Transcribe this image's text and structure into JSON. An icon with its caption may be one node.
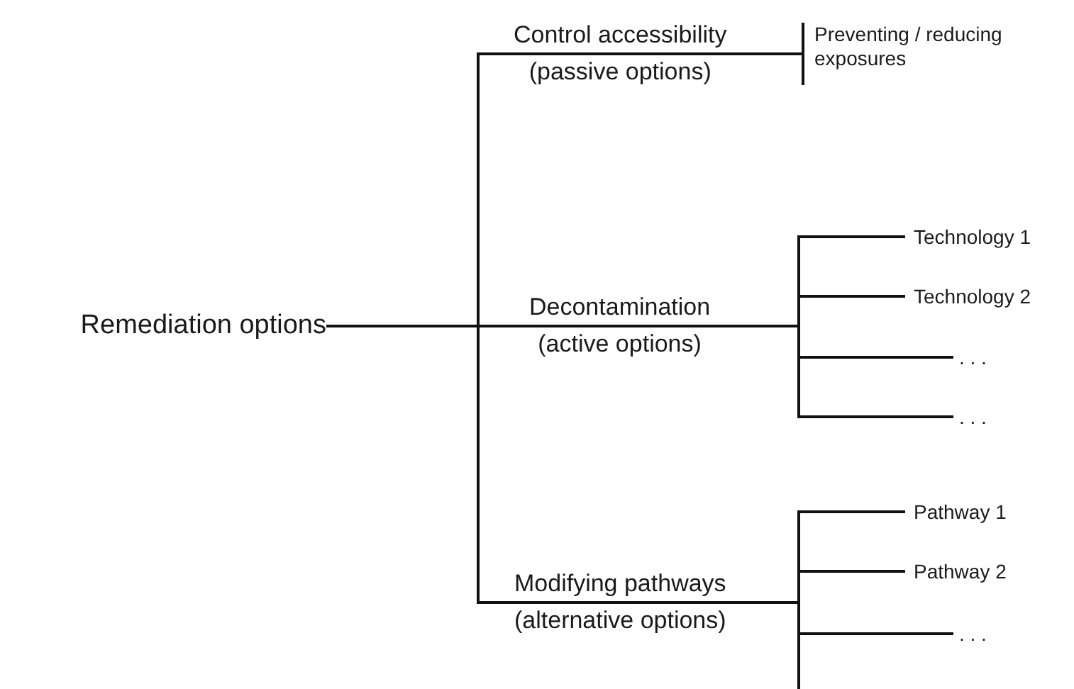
{
  "diagram": {
    "nodes": [
      {
        "text": [
          "Remediation options"
        ]
      },
      {
        "text": [
          "Control accessibility",
          "(passive options)"
        ]
      },
      {
        "text": [
          "Preventing / reducing exposures"
        ]
      },
      {
        "text": [
          "Decontamination",
          "(active options)"
        ]
      },
      {
        "text": [
          "Technology 1"
        ]
      },
      {
        "text": [
          "Technology 2"
        ]
      },
      {
        "text": [
          ". . ."
        ]
      },
      {
        "text": [
          ". . ."
        ]
      },
      {
        "text": [
          "Modifying pathways",
          "(alternative options)"
        ]
      },
      {
        "text": [
          "Pathway 1"
        ]
      },
      {
        "text": [
          "Pathway 2"
        ]
      },
      {
        "text": [
          ". . ."
        ]
      }
    ],
    "edges": [
      {
        "from": 0,
        "to": 1,
        "arrow": "none"
      },
      {
        "from": 0,
        "to": 3,
        "arrow": "none"
      },
      {
        "from": 0,
        "to": 8,
        "arrow": "none"
      },
      {
        "from": 1,
        "to": 2,
        "arrow": "other"
      },
      {
        "from": 3,
        "to": 4,
        "arrow": "none"
      },
      {
        "from": 3,
        "to": 5,
        "arrow": "none"
      },
      {
        "from": 3,
        "to": 6,
        "arrow": "none"
      },
      {
        "from": 3,
        "to": 7,
        "arrow": "none"
      },
      {
        "from": 8,
        "to": 9,
        "arrow": "none"
      },
      {
        "from": 8,
        "to": 10,
        "arrow": "none"
      },
      {
        "from": 8,
        "to": 11,
        "arrow": "none"
      },
      {
        "from": 8,
        "to": null,
        "arrow": "none"
      }
    ]
  }
}
